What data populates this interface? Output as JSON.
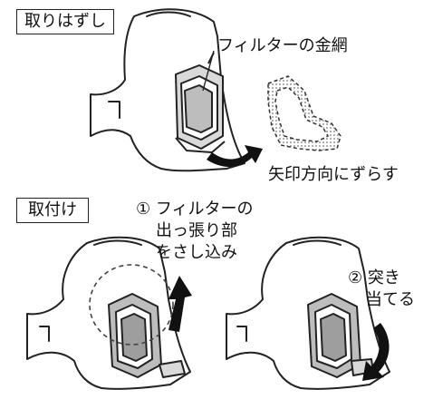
{
  "removal": {
    "title": "取りはずし",
    "filter_mesh_label": "フィルターの金網",
    "slide_direction_label": "矢印方向にずらす"
  },
  "attach": {
    "title": "取付け",
    "step1_lines": [
      "① フィルターの",
      "出っ張り部",
      "をさし込み"
    ],
    "step2_lines": [
      "② 突き",
      "当てる"
    ]
  }
}
